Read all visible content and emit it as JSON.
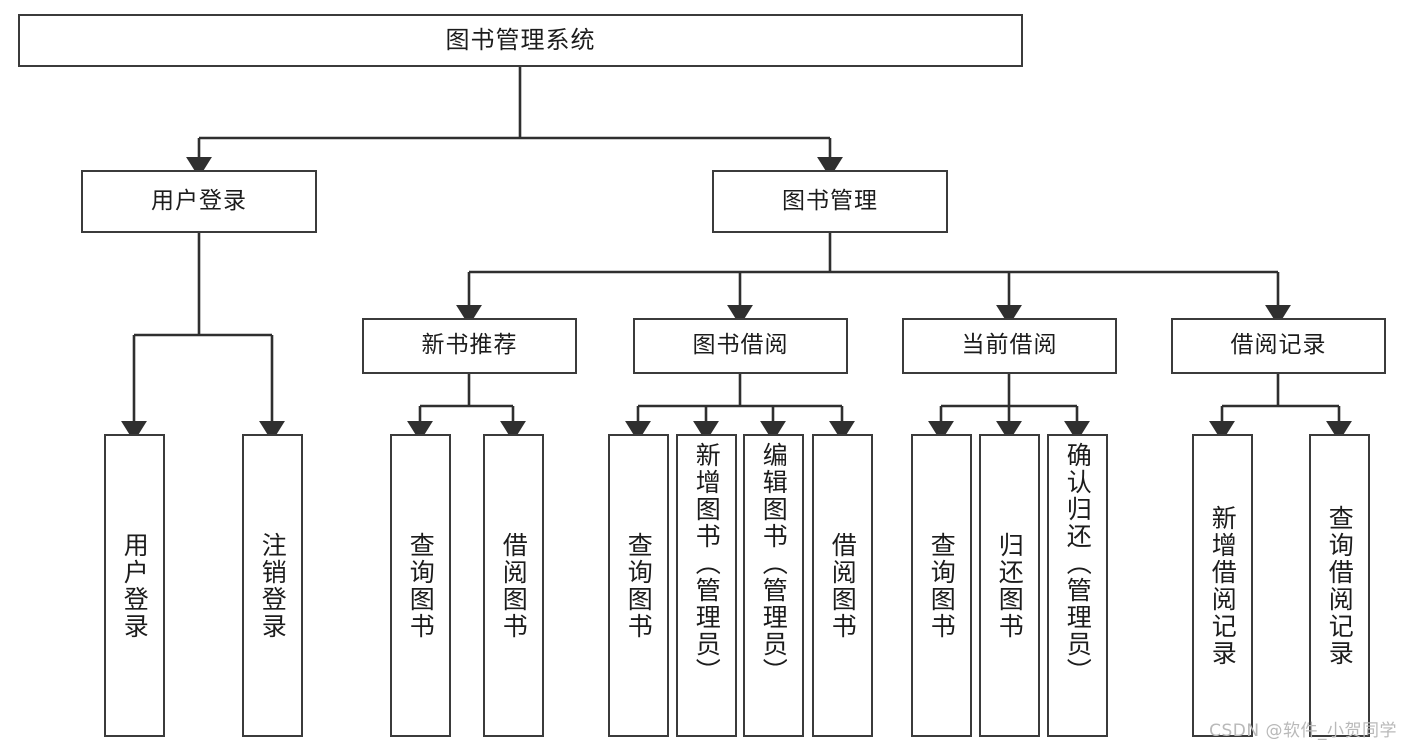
{
  "diagram": {
    "type": "tree-hierarchy",
    "title": "图书管理系统",
    "watermark": "CSDN @软件_小贺同学",
    "colors": {
      "box_border": "#3b3b3b",
      "box_fill": "#ffffff",
      "connector": "#2f2f2f",
      "text": "#1c1c1c",
      "watermark": "#b9b9b9"
    },
    "levels": {
      "level1": [
        {
          "label": "图书管理系统"
        }
      ],
      "level2": [
        {
          "label": "用户登录"
        },
        {
          "label": "图书管理"
        }
      ],
      "level3": [
        {
          "label": "新书推荐"
        },
        {
          "label": "图书借阅"
        },
        {
          "label": "当前借阅"
        },
        {
          "label": "借阅记录"
        }
      ],
      "leaves": {
        "user_login": [
          {
            "label": "用户登录"
          },
          {
            "label": "注销登录"
          }
        ],
        "new_book_recommend": [
          {
            "label": "查询图书"
          },
          {
            "label": "借阅图书"
          }
        ],
        "book_borrow": [
          {
            "label": "查询图书"
          },
          {
            "label": "新增图书（管理员）"
          },
          {
            "label": "编辑图书（管理员）"
          },
          {
            "label": "借阅图书"
          }
        ],
        "current_borrow": [
          {
            "label": "查询图书"
          },
          {
            "label": "归还图书"
          },
          {
            "label": "确认归还（管理员）"
          }
        ],
        "borrow_record": [
          {
            "label": "新增借阅记录"
          },
          {
            "label": "查询借阅记录"
          }
        ]
      }
    }
  }
}
